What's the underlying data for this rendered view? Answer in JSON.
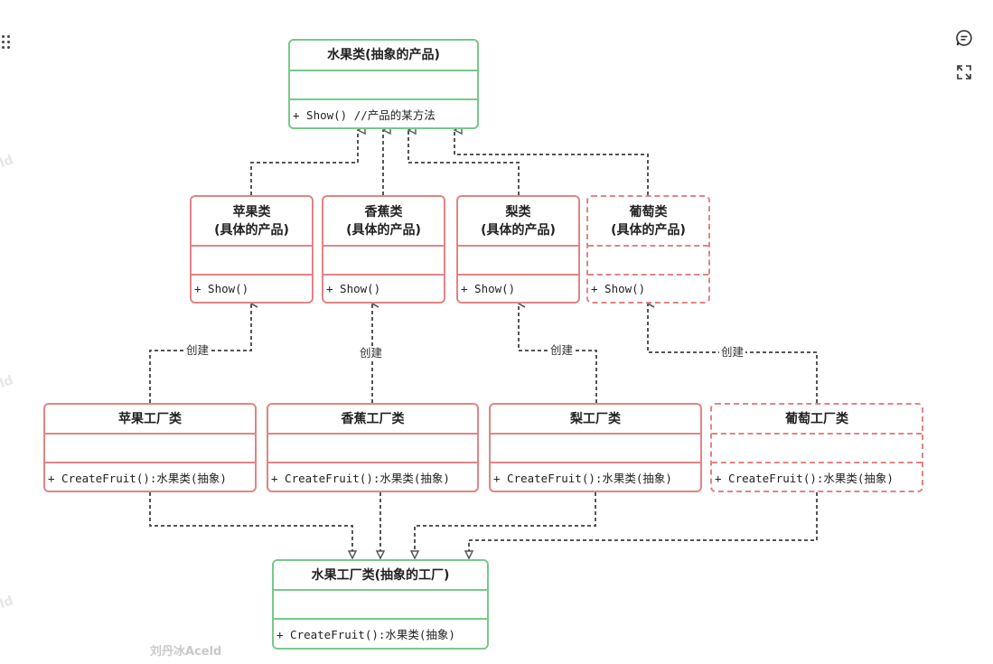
{
  "diagram": {
    "abstract_product": {
      "title": "水果类(抽象的产品)",
      "operation": "+ Show() //产品的某方法"
    },
    "products": [
      {
        "title": "苹果类",
        "subtitle": "(具体的产品)",
        "operation": "+ Show()"
      },
      {
        "title": "香蕉类",
        "subtitle": "(具体的产品)",
        "operation": "+ Show()"
      },
      {
        "title": "梨类",
        "subtitle": "(具体的产品)",
        "operation": "+ Show()"
      },
      {
        "title": "葡萄类",
        "subtitle": "(具体的产品)",
        "operation": "+ Show()"
      }
    ],
    "factories": [
      {
        "title": "苹果工厂类",
        "operation": "+ CreateFruit():水果类(抽象)"
      },
      {
        "title": "香蕉工厂类",
        "operation": "+ CreateFruit():水果类(抽象)"
      },
      {
        "title": "梨工厂类",
        "operation": "+ CreateFruit():水果类(抽象)"
      },
      {
        "title": "葡萄工厂类",
        "operation": "+ CreateFruit():水果类(抽象)"
      }
    ],
    "abstract_factory": {
      "title": "水果工厂类(抽象的工厂)",
      "operation": "+ CreateFruit():水果类(抽象)"
    },
    "create_labels": [
      "创建",
      "创建",
      "创建",
      "创建"
    ],
    "watermark": "刘丹冰Aceld",
    "side_watermark": "Aceld"
  },
  "colors": {
    "concrete_border": "#e08585",
    "abstract_border": "#78c98a",
    "edge": "#555555"
  },
  "toolbar": {
    "comment_icon": "comment-icon",
    "fullscreen_icon": "fullscreen-icon",
    "drag_icon": "drag-handle-icon"
  }
}
